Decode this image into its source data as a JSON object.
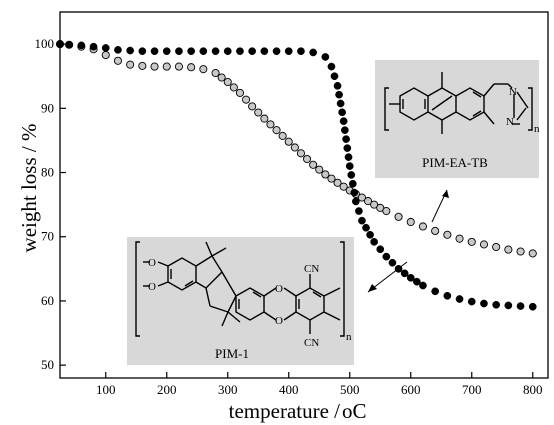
{
  "chart_data": {
    "type": "scatter",
    "xlabel": "temperature / ",
    "xlabel_unit": "oC",
    "ylabel": "weight loss / %",
    "xlim": [
      25,
      825
    ],
    "ylim": [
      48,
      105
    ],
    "xticks": [
      "100",
      "200",
      "300",
      "400",
      "500",
      "600",
      "700",
      "800"
    ],
    "yticks": [
      "50",
      "60",
      "70",
      "80",
      "90",
      "100"
    ],
    "grid": false,
    "series": [
      {
        "name": "PIM-EA-TB",
        "marker": "open-circle-gray",
        "color": "#c8c8c8",
        "x": [
          25,
          40,
          60,
          80,
          100,
          120,
          140,
          160,
          180,
          200,
          220,
          240,
          260,
          280,
          300,
          320,
          340,
          360,
          380,
          400,
          420,
          440,
          460,
          480,
          500,
          520,
          540,
          560,
          580,
          600,
          620,
          640,
          660,
          680,
          700,
          720,
          740,
          760,
          780,
          800
        ],
        "y": [
          100,
          99.9,
          99.6,
          99.2,
          98.3,
          97.4,
          96.8,
          96.6,
          96.5,
          96.5,
          96.5,
          96.4,
          96.1,
          95.5,
          94.1,
          92.4,
          90.3,
          88.4,
          86.6,
          84.8,
          83.0,
          81.2,
          79.7,
          78.4,
          77.2,
          76.1,
          75.0,
          74.0,
          73.1,
          72.3,
          71.6,
          70.9,
          70.3,
          69.7,
          69.2,
          68.8,
          68.4,
          68.0,
          67.7,
          67.4
        ]
      },
      {
        "name": "PIM-1",
        "marker": "filled-circle-black",
        "color": "#000000",
        "x": [
          25,
          40,
          60,
          80,
          100,
          120,
          140,
          160,
          180,
          200,
          220,
          240,
          260,
          280,
          300,
          320,
          340,
          360,
          380,
          400,
          420,
          440,
          460,
          470,
          480,
          490,
          500,
          510,
          520,
          540,
          560,
          580,
          600,
          620,
          640,
          660,
          680,
          700,
          720,
          740,
          760,
          780,
          800
        ],
        "y": [
          100,
          99.9,
          99.8,
          99.6,
          99.4,
          99.1,
          99.0,
          98.9,
          98.9,
          98.9,
          98.9,
          98.9,
          98.9,
          98.9,
          98.9,
          98.9,
          98.9,
          98.9,
          98.9,
          98.9,
          98.9,
          98.7,
          98.0,
          96.5,
          93.5,
          88.0,
          81.0,
          75.5,
          72.5,
          69.2,
          66.9,
          65.0,
          63.6,
          62.4,
          61.5,
          60.8,
          60.3,
          59.9,
          59.6,
          59.4,
          59.3,
          59.2,
          59.1
        ]
      }
    ],
    "annotations": [
      {
        "label": "PIM-EA-TB",
        "substituents": [
          "N",
          "N"
        ],
        "subscript": "n"
      },
      {
        "label": "PIM-1",
        "substituents": [
          "CN",
          "CN"
        ],
        "subscript": "n"
      }
    ]
  }
}
